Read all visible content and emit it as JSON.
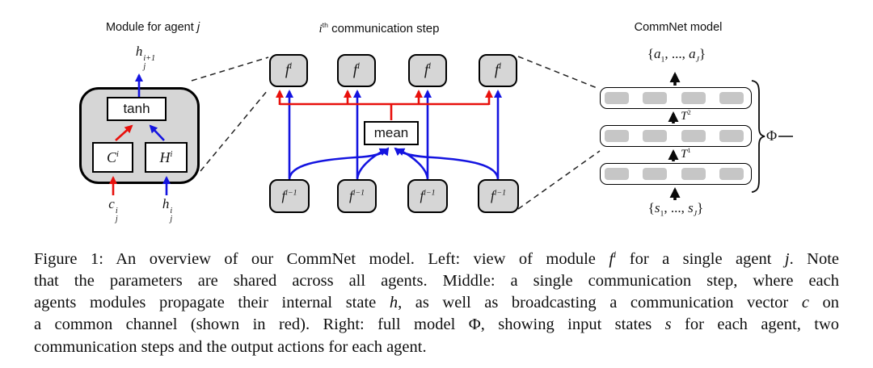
{
  "figure": {
    "colors": {
      "red": "#e8100c",
      "blue": "#1414e0",
      "box_fill": "#d6d6d6",
      "chip_fill": "#c6c6c6"
    },
    "left": {
      "title": [
        {
          "t": "Module for agent ",
          "sf": 1
        },
        {
          "t": "j",
          "it": 1
        }
      ],
      "output_label": [
        {
          "t": "h",
          "it": 1
        },
        {
          "stack": 1,
          "sup": "i+1",
          "sub": "j",
          "it": 1
        }
      ],
      "tanh_label": "tanh",
      "comm_unit_label": [
        {
          "t": "C",
          "it": 1
        },
        {
          "t": "i",
          "it": 1,
          "sup": 1
        }
      ],
      "hidden_unit_label": [
        {
          "t": "H",
          "it": 1
        },
        {
          "t": "i",
          "it": 1,
          "sup": 1
        }
      ],
      "comm_input_label": [
        {
          "t": "c",
          "it": 1
        },
        {
          "stack": 1,
          "sup": "i",
          "sub": "j",
          "it": 1
        }
      ],
      "hidden_input_label": [
        {
          "t": "h",
          "it": 1
        },
        {
          "stack": 1,
          "sup": "i",
          "sub": "j",
          "it": 1
        }
      ]
    },
    "middle": {
      "title": [
        {
          "t": "i",
          "it": 1
        },
        {
          "t": "th",
          "sup": 1,
          "sf": 1
        },
        {
          "t": " communication step",
          "sf": 1
        }
      ],
      "module_label": [
        {
          "t": "f",
          "it": 1
        },
        {
          "t": "i",
          "it": 1,
          "sup": 1
        }
      ],
      "prev_module_label": [
        {
          "t": "f",
          "it": 1
        },
        {
          "t": "i−1",
          "it": 1,
          "sup": 1
        }
      ],
      "mean_label": "mean"
    },
    "right": {
      "title": "CommNet model",
      "actions_label": [
        {
          "t": "{"
        },
        {
          "t": "a",
          "it": 1
        },
        {
          "t": "1",
          "sub": 1
        },
        {
          "t": ", ..., "
        },
        {
          "t": "a",
          "it": 1
        },
        {
          "t": "J",
          "it": 1,
          "sub": 1
        },
        {
          "t": "}"
        }
      ],
      "t2_label": [
        {
          "t": "T",
          "it": 1
        },
        {
          "t": "2",
          "sup": 1
        }
      ],
      "t1_label": [
        {
          "t": "T",
          "it": 1
        },
        {
          "t": "1",
          "sup": 1
        }
      ],
      "states_label": [
        {
          "t": "{"
        },
        {
          "t": "s",
          "it": 1
        },
        {
          "t": "1",
          "sub": 1
        },
        {
          "t": ", ..., "
        },
        {
          "t": "s",
          "it": 1
        },
        {
          "t": "J",
          "it": 1,
          "sub": 1
        },
        {
          "t": "}"
        }
      ],
      "phi_label": "Φ"
    },
    "caption": {
      "lines": [
        [
          {
            "t": "Figure 1: An overview of our CommNet model. Left: view of module "
          },
          {
            "t": "f",
            "it": 1
          },
          {
            "t": "i",
            "it": 1,
            "sup": 1
          },
          {
            "t": " for a single agent "
          },
          {
            "t": "j",
            "it": 1
          },
          {
            "t": ". Note"
          }
        ],
        [
          {
            "t": "that the parameters are shared across all agents. Middle: a single communication step, where each"
          }
        ],
        [
          {
            "t": "agents modules propagate their internal state "
          },
          {
            "t": "h",
            "it": 1
          },
          {
            "t": ", as well as broadcasting a communication vector "
          },
          {
            "t": "c",
            "it": 1
          },
          {
            "t": " on"
          }
        ],
        [
          {
            "t": "a common channel (shown in red). Right: full model "
          },
          {
            "t": "Φ"
          },
          {
            "t": ", showing input states "
          },
          {
            "t": "s",
            "it": 1
          },
          {
            "t": " for each agent, two"
          }
        ],
        [
          {
            "t": "communication steps and the output actions for each agent."
          }
        ]
      ]
    }
  }
}
